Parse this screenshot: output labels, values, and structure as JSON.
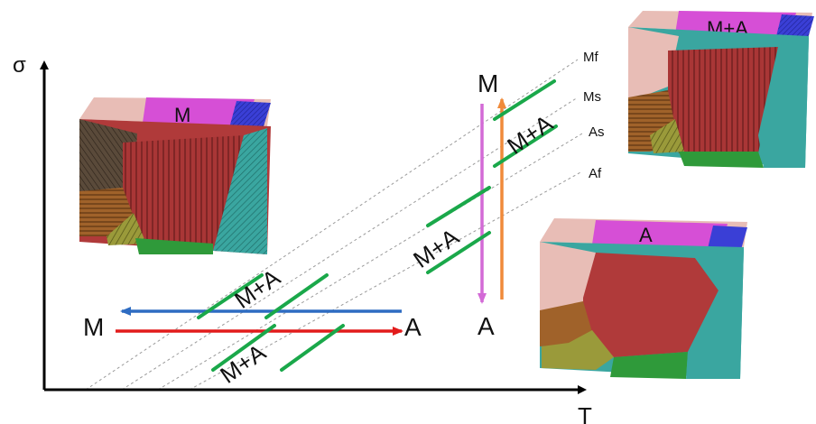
{
  "axes": {
    "y_label": "σ",
    "x_label": "T"
  },
  "transition_lines": [
    "Mf",
    "Ms",
    "As",
    "Af"
  ],
  "phases": {
    "martensite": "M",
    "mixed": "M+A",
    "austenite": "A"
  },
  "blocks": {
    "martensite_block_label": "M",
    "mixed_block_label": "M+A",
    "austenite_block_label": "A"
  },
  "thermal_path": {
    "start": "M",
    "end": "A"
  },
  "stress_path": {
    "top": "M",
    "bottom": "A"
  },
  "region_labels": {
    "thermal_upper": "M+A",
    "thermal_lower": "M+A",
    "stress_lower": "M+A",
    "stress_upper": "M+A"
  },
  "colors": {
    "heating_arrow": "#e21b1b",
    "cooling_arrow": "#2e6cc2",
    "loading_arrow": "#d36ad6",
    "unloading_arrow": "#f08a3a",
    "phase_boundary_marker": "#1aa84a",
    "guide_line": "#9a9a9a",
    "grain_red": "#b03a3a",
    "grain_teal": "#3aa6a0",
    "grain_magenta": "#d64fd6",
    "grain_pink": "#e8bdb6",
    "grain_blue": "#3a3fd6",
    "grain_green": "#2f9a3a",
    "grain_olive": "#9a9a3a",
    "grain_brown": "#a0622a"
  }
}
